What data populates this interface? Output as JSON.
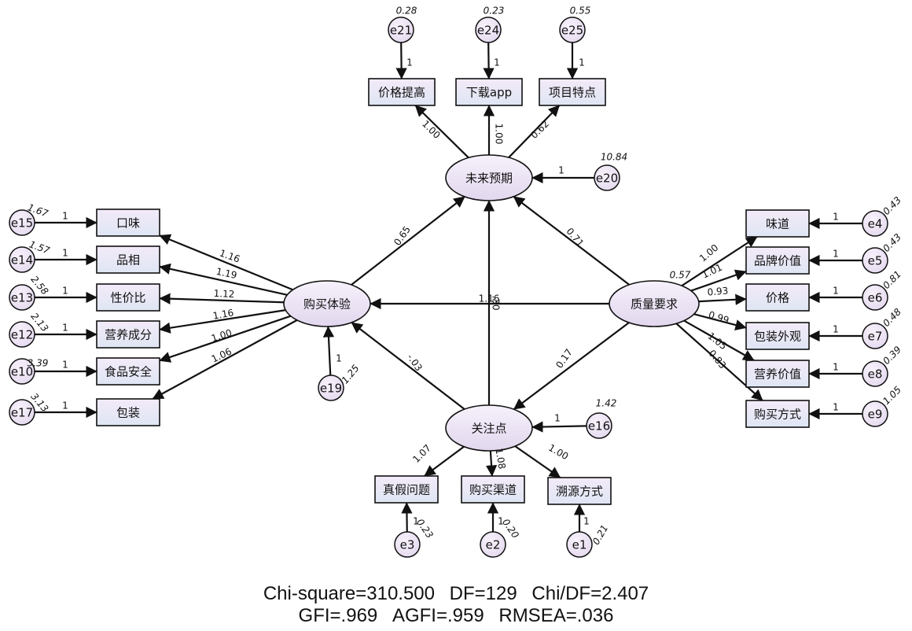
{
  "latents": [
    {
      "id": "L_future",
      "label": "未来预期"
    },
    {
      "id": "L_buy",
      "label": "购买体验"
    },
    {
      "id": "L_quality",
      "label": "质量要求"
    },
    {
      "id": "L_focus",
      "label": "关注点"
    }
  ],
  "observed": [
    {
      "id": "O_price_up",
      "label": "价格提高"
    },
    {
      "id": "O_download",
      "label": "下载app"
    },
    {
      "id": "O_project",
      "label": "项目特点"
    },
    {
      "id": "O_taste",
      "label": "口味"
    },
    {
      "id": "O_look",
      "label": "品相"
    },
    {
      "id": "O_value",
      "label": "性价比"
    },
    {
      "id": "O_nutri",
      "label": "营养成分"
    },
    {
      "id": "O_safety",
      "label": "食品安全"
    },
    {
      "id": "O_pack",
      "label": "包装"
    },
    {
      "id": "O_flavor",
      "label": "味道"
    },
    {
      "id": "O_brand",
      "label": "品牌价值"
    },
    {
      "id": "O_price",
      "label": "价格"
    },
    {
      "id": "O_appear",
      "label": "包装外观"
    },
    {
      "id": "O_nutval",
      "label": "营养价值"
    },
    {
      "id": "O_way",
      "label": "购买方式"
    },
    {
      "id": "O_fake",
      "label": "真假问题"
    },
    {
      "id": "O_channel",
      "label": "购买渠道"
    },
    {
      "id": "O_trace",
      "label": "溯源方式"
    }
  ],
  "errors": [
    {
      "id": "e21",
      "label": "e21",
      "variance": "0.28",
      "weight": "1"
    },
    {
      "id": "e24",
      "label": "e24",
      "variance": "0.23",
      "weight": "1"
    },
    {
      "id": "e25",
      "label": "e25",
      "variance": "0.55",
      "weight": "1"
    },
    {
      "id": "e20",
      "label": "e20",
      "variance": "10.84",
      "weight": "1"
    },
    {
      "id": "e15",
      "label": "e15",
      "variance": "1.67",
      "weight": "1"
    },
    {
      "id": "e14",
      "label": "e14",
      "variance": "1.57",
      "weight": "1"
    },
    {
      "id": "e13",
      "label": "e13",
      "variance": "2.58",
      "weight": "1"
    },
    {
      "id": "e12",
      "label": "e12",
      "variance": "2.13",
      "weight": "1"
    },
    {
      "id": "e10",
      "label": "e10",
      "variance": "3.39",
      "weight": "1"
    },
    {
      "id": "e17",
      "label": "e17",
      "variance": "3.13",
      "weight": "1"
    },
    {
      "id": "e19",
      "label": "e19",
      "variance": "1.25",
      "weight": "1"
    },
    {
      "id": "e4",
      "label": "e4",
      "variance": "0.43",
      "weight": "1"
    },
    {
      "id": "e5",
      "label": "e5",
      "variance": "0.43",
      "weight": "1"
    },
    {
      "id": "e6",
      "label": "e6",
      "variance": "0.81",
      "weight": "1"
    },
    {
      "id": "e7",
      "label": "e7",
      "variance": "0.48",
      "weight": "1"
    },
    {
      "id": "e8",
      "label": "e8",
      "variance": "0.39",
      "weight": "1"
    },
    {
      "id": "e9",
      "label": "e9",
      "variance": "1.05",
      "weight": "1"
    },
    {
      "id": "e16",
      "label": "e16",
      "variance": "1.42",
      "weight": "1"
    },
    {
      "id": "e3",
      "label": "e3",
      "variance": "0.23",
      "weight": "1"
    },
    {
      "id": "e2",
      "label": "e2",
      "variance": "0.20",
      "weight": "1"
    },
    {
      "id": "e1",
      "label": "e1",
      "variance": "0.21",
      "weight": "1"
    }
  ],
  "loadings": [
    {
      "from": "L_future",
      "to": "O_price_up",
      "value": "1.00"
    },
    {
      "from": "L_future",
      "to": "O_download",
      "value": "1.00"
    },
    {
      "from": "L_future",
      "to": "O_project",
      "value": "0.62"
    },
    {
      "from": "L_buy",
      "to": "O_taste",
      "value": "1.16"
    },
    {
      "from": "L_buy",
      "to": "O_look",
      "value": "1.19"
    },
    {
      "from": "L_buy",
      "to": "O_value",
      "value": "1.12"
    },
    {
      "from": "L_buy",
      "to": "O_nutri",
      "value": "1.16"
    },
    {
      "from": "L_buy",
      "to": "O_safety",
      "value": "1.00"
    },
    {
      "from": "L_buy",
      "to": "O_pack",
      "value": "1.06"
    },
    {
      "from": "L_quality",
      "to": "O_flavor",
      "value": "1.00"
    },
    {
      "from": "L_quality",
      "to": "O_brand",
      "value": "1.01"
    },
    {
      "from": "L_quality",
      "to": "O_price",
      "value": "0.93"
    },
    {
      "from": "L_quality",
      "to": "O_appear",
      "value": "0.99"
    },
    {
      "from": "L_quality",
      "to": "O_nutval",
      "value": "1.05"
    },
    {
      "from": "L_quality",
      "to": "O_way",
      "value": "0.83"
    },
    {
      "from": "L_focus",
      "to": "O_fake",
      "value": "1.07"
    },
    {
      "from": "L_focus",
      "to": "O_channel",
      "value": "1.08"
    },
    {
      "from": "L_focus",
      "to": "O_trace",
      "value": "1.00"
    }
  ],
  "structural": [
    {
      "from": "L_buy",
      "to": "L_future",
      "value": "0.65"
    },
    {
      "from": "L_quality",
      "to": "L_future",
      "value": "0.71"
    },
    {
      "from": "L_focus",
      "to": "L_future",
      "value": ".30"
    },
    {
      "from": "L_quality",
      "to": "L_buy",
      "value": "1.16"
    },
    {
      "from": "L_focus",
      "to": "L_buy",
      "value": "-.03"
    },
    {
      "from": "L_quality",
      "to": "L_focus",
      "value": "0.17"
    }
  ],
  "quality_variance": "0.57",
  "fit": {
    "line1": [
      "Chi-square=310.500",
      "DF=129",
      "Chi/DF=2.407"
    ],
    "line2": [
      "GFI=.969",
      "AGFI=.959",
      "RMSEA=.036"
    ]
  }
}
